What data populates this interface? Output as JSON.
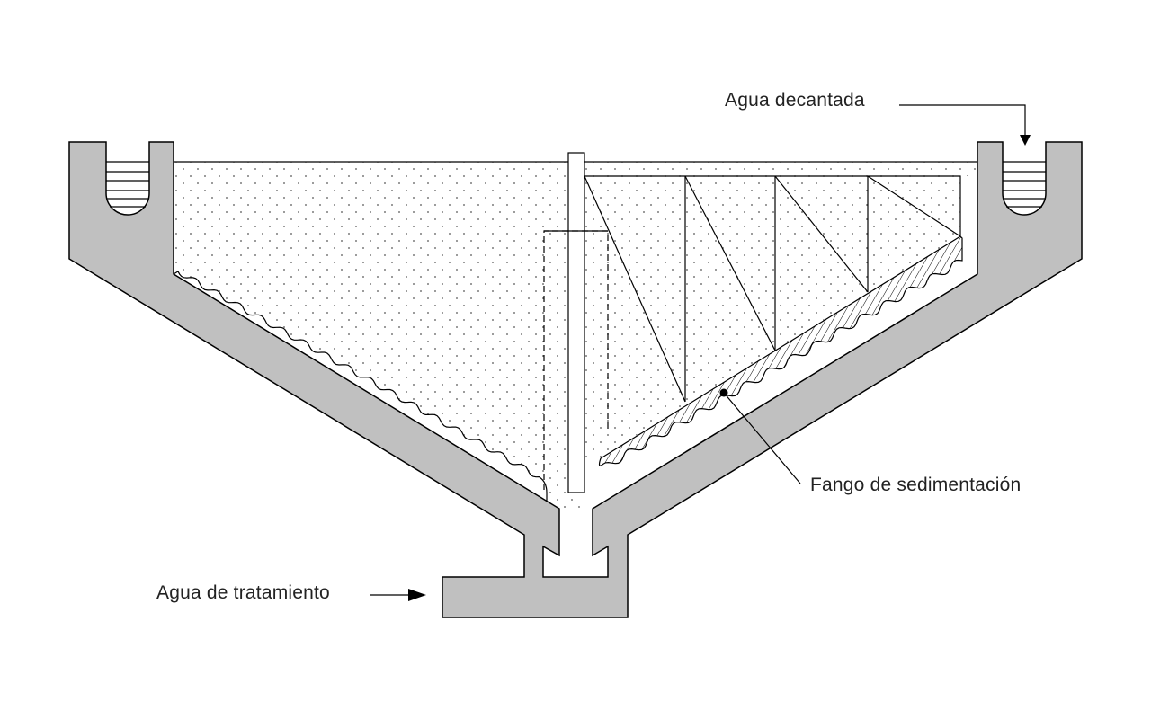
{
  "labels": {
    "decanted_water": "Agua decantada",
    "treatment_water": "Agua de tratamiento",
    "sludge": "Fango de sedimentación"
  },
  "colors": {
    "concrete": "#c0c0c0",
    "line": "#000000"
  }
}
